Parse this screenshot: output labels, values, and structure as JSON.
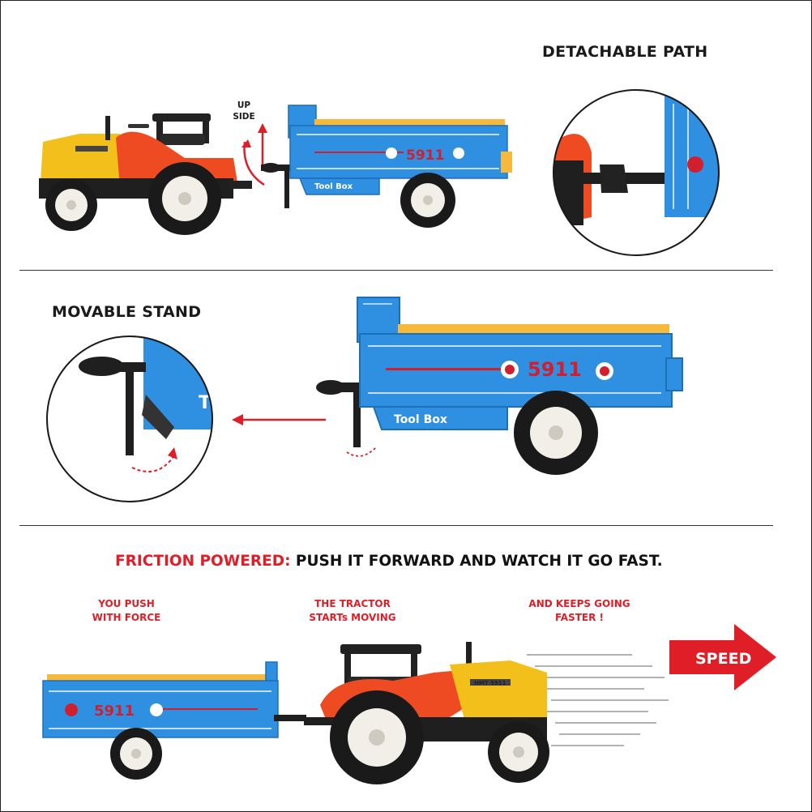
{
  "headings": {
    "detachable": "DETACHABLE PATH",
    "movable": "MOVABLE STAND",
    "up_side": "UP\nSIDE"
  },
  "tagline": {
    "red": "FRICTION POWERED:",
    "black": "PUSH IT FORWARD AND WATCH IT GO FAST."
  },
  "steps": [
    {
      "text": "YOU PUSH\nWITH FORCE"
    },
    {
      "text": "THE TRACTOR\nSTARTs  MOVING"
    },
    {
      "text": "AND KEEPS GOING\nFASTER !"
    }
  ],
  "speed_label": "SPEED",
  "trailer": {
    "number": "5911",
    "toolbox": "Tool Box",
    "color": "#2f8fe0"
  },
  "tractor": {
    "model": "HMT 5911"
  },
  "colors": {
    "accent_red": "#e01e27",
    "trailer_blue": "#2f8fe0",
    "tractor_orange": "#ef4b23",
    "tractor_yellow": "#f2bf1b"
  }
}
